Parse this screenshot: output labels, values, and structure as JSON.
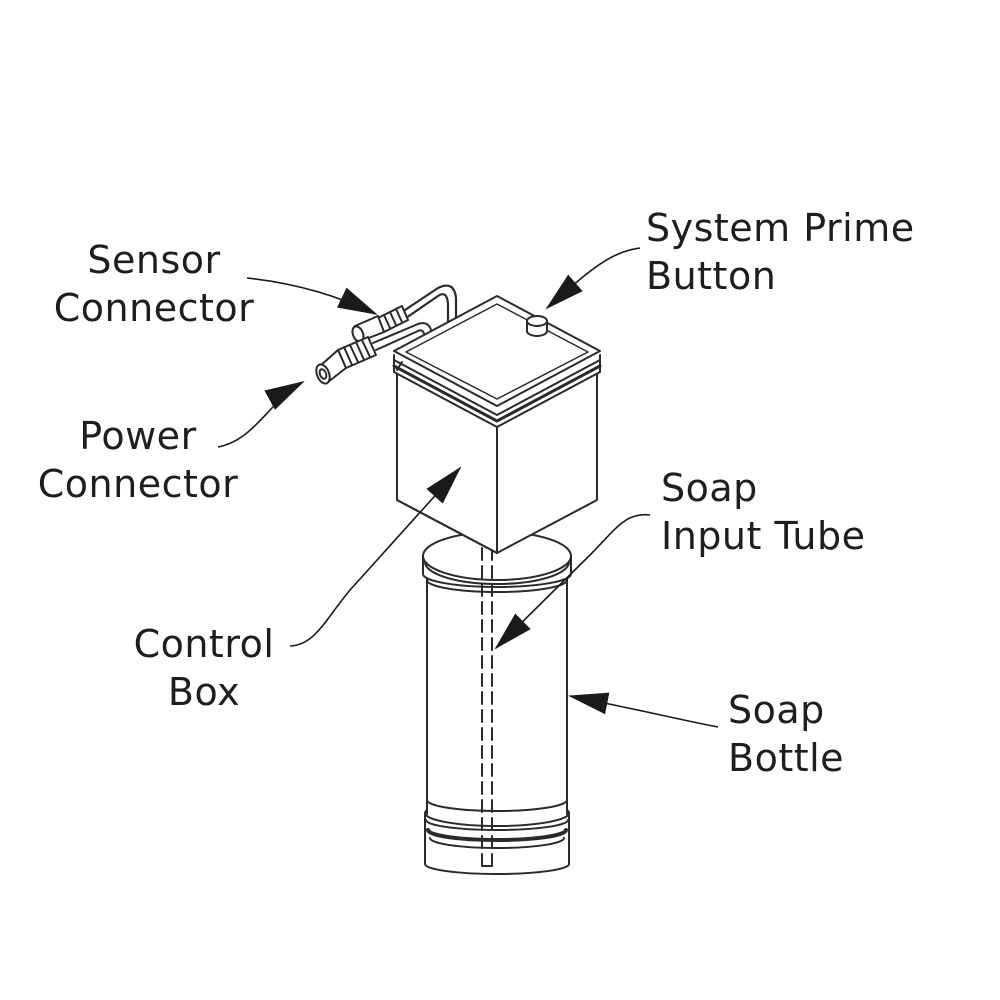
{
  "labels": {
    "sensor_connector": [
      "Sensor",
      "Connector"
    ],
    "power_connector": [
      "Power",
      "Connector"
    ],
    "control_box": [
      "Control",
      "Box"
    ],
    "system_prime_button": [
      "System Prime",
      "Button"
    ],
    "soap_input_tube": [
      "Soap",
      "Input Tube"
    ],
    "soap_bottle": [
      "Soap",
      "Bottle"
    ]
  },
  "colors": {
    "line": "#2a2a2a",
    "text": "#1e1e1e",
    "background": "#ffffff"
  }
}
